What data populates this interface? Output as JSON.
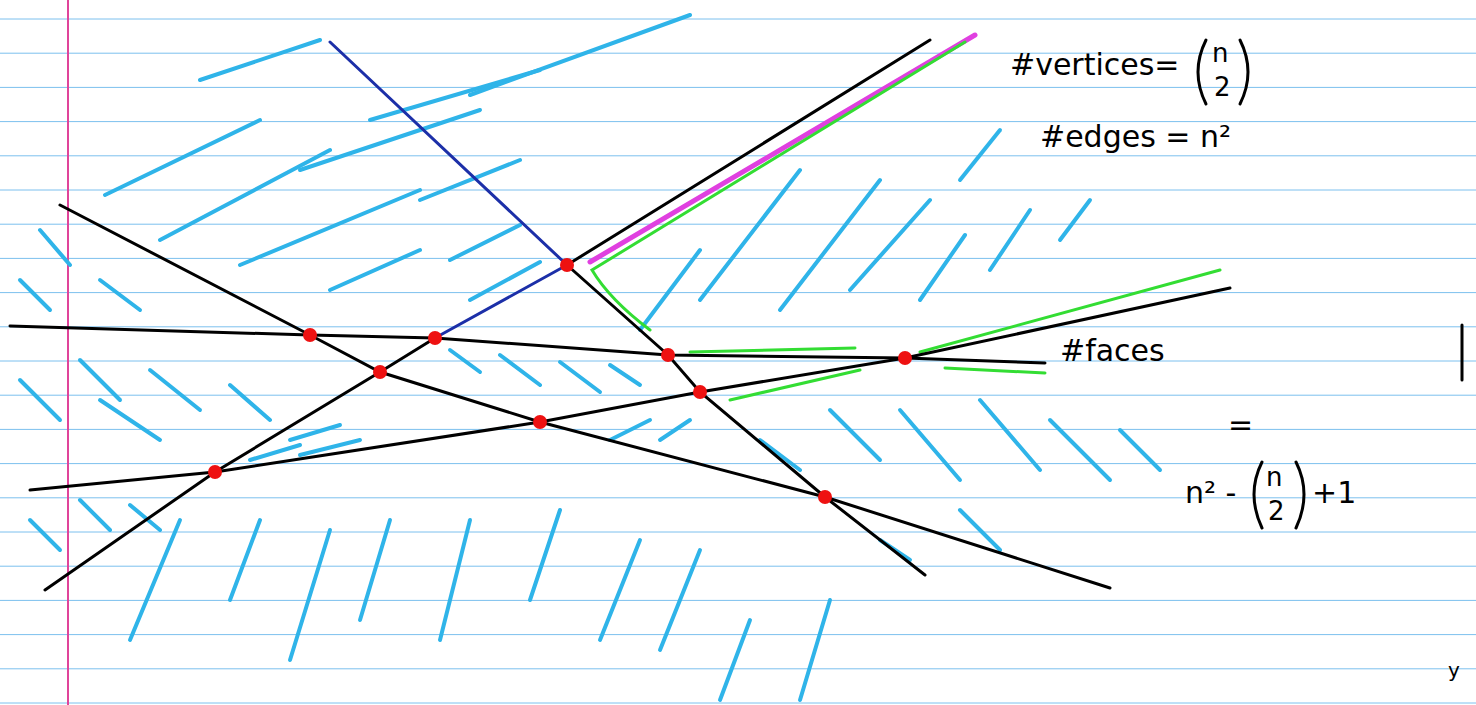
{
  "diagram": {
    "labels": [
      "#vertices=",
      "n",
      "2",
      "#edges = n²",
      "#faces",
      "=",
      "n² -",
      "n",
      "2",
      "+1",
      "y"
    ]
  }
}
